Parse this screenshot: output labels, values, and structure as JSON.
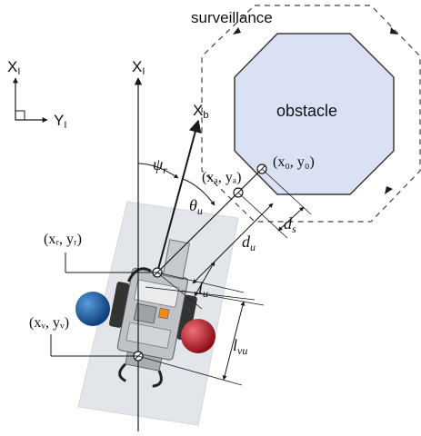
{
  "labels": {
    "surveillance": "surveillance",
    "obstacle": "obstacle",
    "inertial_x_main": "X",
    "inertial_x_main_sub": "I",
    "inertial_x_small": "X",
    "inertial_x_small_sub": "I",
    "inertial_y_small": "Y",
    "inertial_y_small_sub": "I",
    "body_x": "X",
    "body_x_sub": "b",
    "psi": "ψ",
    "psi_sub": "r",
    "theta": "θ",
    "theta_sub": "u",
    "ds": "d",
    "ds_sub": "s",
    "du": "d",
    "du_sub": "u",
    "lu": "l",
    "lu_sub": "u",
    "lvu": "l",
    "lvu_sub": "vu",
    "xo_yo": "(x₀, y₀)",
    "xa_ya": "(xₐ, yₐ)",
    "xr_yr": "(xᵣ, yᵣ)",
    "xv_yv": "(xᵥ, yᵥ)"
  },
  "colors": {
    "obstacle_fill": "#d9e1f2",
    "obstacle_stroke": "#3a3a3a",
    "ball_blue": "#1e5fa8",
    "ball_red": "#d21e2a",
    "line": "#1a1a1a"
  }
}
